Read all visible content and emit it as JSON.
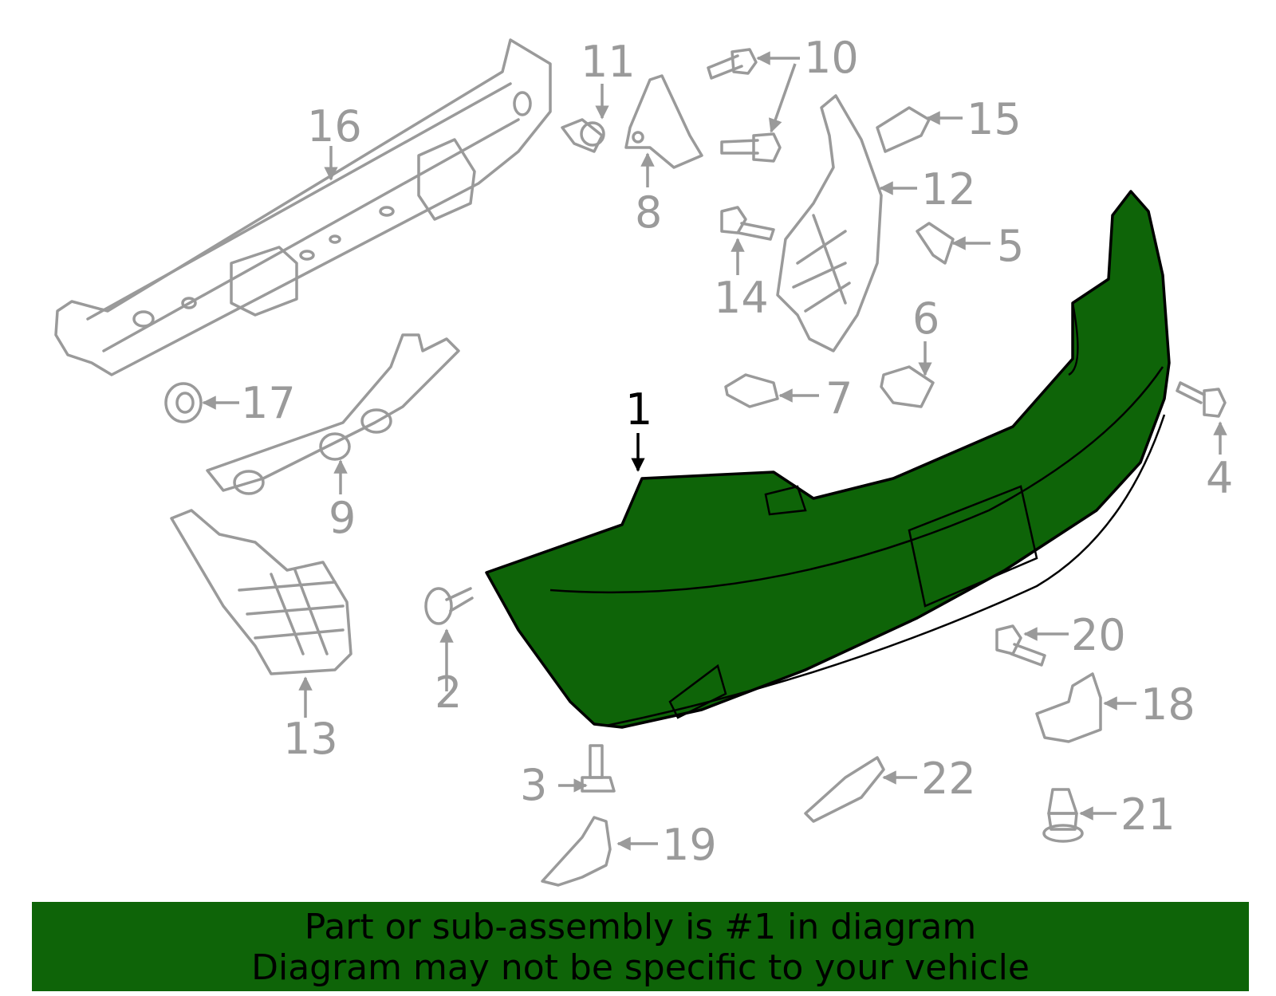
{
  "colors": {
    "highlight": "#0e6408",
    "part_line": "#9a9a9a",
    "main_line": "#000000"
  },
  "callouts": {
    "c1": "1",
    "c2": "2",
    "c3": "3",
    "c4": "4",
    "c5": "5",
    "c6": "6",
    "c7": "7",
    "c8": "8",
    "c9": "9",
    "c10": "10",
    "c11": "11",
    "c12": "12",
    "c13": "13",
    "c14": "14",
    "c15": "15",
    "c16": "16",
    "c17": "17",
    "c18": "18",
    "c19": "19",
    "c20": "20",
    "c21": "21",
    "c22": "22"
  },
  "banner": {
    "line1": "Part or sub-assembly is #1 in diagram",
    "line2": "Diagram may not be specific to your vehicle"
  }
}
